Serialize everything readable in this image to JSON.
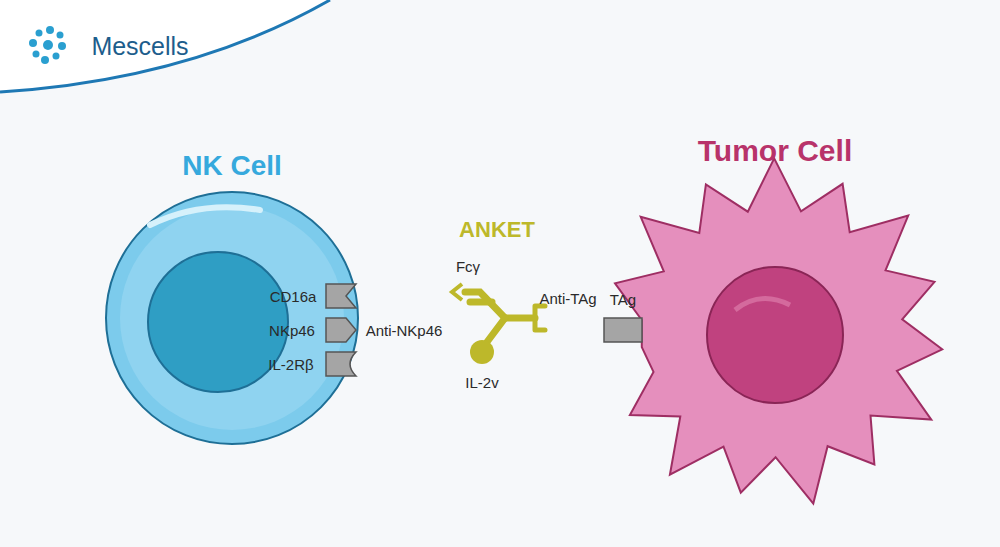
{
  "diagram": {
    "nodes": [
      {
        "text": [
          "NK Cell"
        ]
      },
      {
        "text": [
          "Tumor Cell"
        ]
      }
    ],
    "labels": [
      "Mescells",
      "CD16a",
      "NKp46",
      "IL-2Rβ",
      "ANKET",
      "Fcγ",
      "Anti-NKp46",
      "Anti-TAg",
      "IL-2v",
      "TAg"
    ]
  }
}
